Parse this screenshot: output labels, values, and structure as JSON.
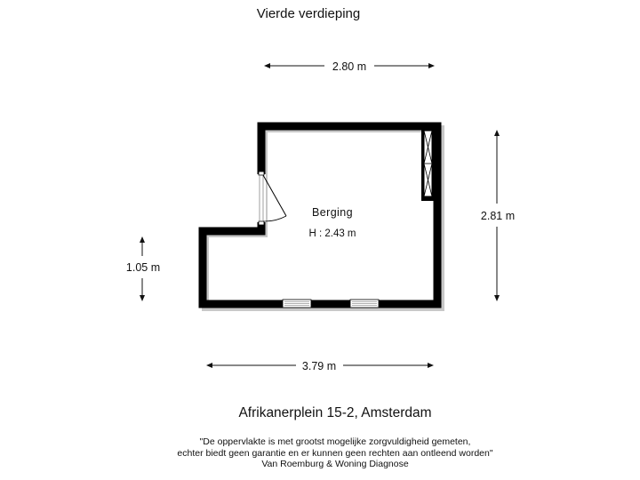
{
  "floor_title": "Vierde verdieping",
  "room": {
    "name": "Berging",
    "height": "H : 2.43 m"
  },
  "dimensions": {
    "top_width": "2.80 m",
    "right_height": "2.81 m",
    "left_height": "1.05 m",
    "bottom_width": "3.79 m"
  },
  "address": "Afrikanerplein 15-2, Amsterdam",
  "disclaimer": {
    "line1": "\"De oppervlakte is met grootst mogelijke zorgvuldigheid gemeten,",
    "line2": "echter biedt geen garantie en er kunnen geen rechten aan ontleend worden\"",
    "line3": "Van Roemburg & Woning Diagnose"
  },
  "colors": {
    "wall": "#000000",
    "shadow": "#c8c8c8",
    "line": "#111111"
  }
}
